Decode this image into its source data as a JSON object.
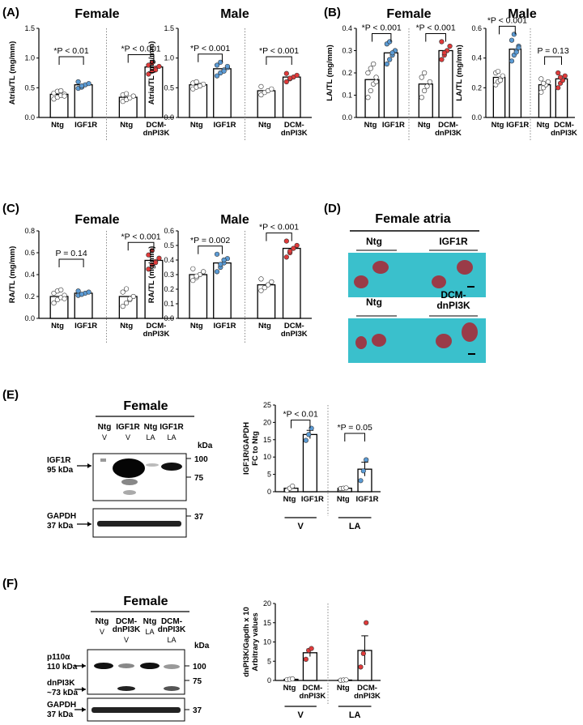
{
  "panel_labels": {
    "A": "(A)",
    "B": "(B)",
    "C": "(C)",
    "D": "(D)",
    "E": "(E)",
    "F": "(F)"
  },
  "titles": {
    "A_female": "Female",
    "A_male": "Male",
    "B_female": "Female",
    "B_male": "Male",
    "C_female": "Female",
    "C_male": "Male",
    "D": "Female atria",
    "E": "Female",
    "F": "Female"
  },
  "photo": {
    "top_labels": [
      "Ntg",
      "IGF1R"
    ],
    "bottom_labels": [
      "Ntg",
      "DCM-\ndnPI3K"
    ],
    "background_color": "#3ac0cc",
    "tissue_color": "#9a3b48"
  },
  "western_E": {
    "lane_groups": [
      "Ntg",
      "IGF1R",
      "Ntg",
      "IGF1R"
    ],
    "lane_tissue": [
      "V",
      "V",
      "LA",
      "LA"
    ],
    "kda_header": "kDa",
    "markers_top": [
      "100",
      "75"
    ],
    "markers_bottom": [
      "37"
    ],
    "band_labels": [
      "IGF1R\n95 kDa",
      "GAPDH\n37 kDa"
    ]
  },
  "western_F": {
    "lane_groups": [
      "Ntg",
      "DCM-\ndnPI3K",
      "Ntg",
      "DCM-\ndnPI3K"
    ],
    "lane_tissue": [
      "V",
      "V",
      "LA",
      "LA"
    ],
    "kda_header": "kDa",
    "markers_top": [
      "100",
      "75"
    ],
    "markers_bottom": [
      "37"
    ],
    "band_labels": [
      "p110α\n110 kDa",
      "dnPI3K\n~73 kDa",
      "GAPDH\n37 kDa"
    ]
  },
  "colors": {
    "ntg": "#ffffff",
    "igf1r": "#5b9bd5",
    "dnpi3k": "#e03a3a"
  },
  "chart_data": [
    {
      "id": "A_female",
      "type": "bar",
      "ylabel": "Atria/TL (mg/mm)",
      "ylim": [
        0,
        1.5
      ],
      "yticks": [
        "0.0",
        "0.5",
        "1.0",
        "1.5"
      ],
      "groups": [
        {
          "categories": [
            "Ntg",
            "IGF1R"
          ],
          "values": [
            0.39,
            0.55
          ],
          "pval": "*P < 0.01"
        },
        {
          "categories": [
            "Ntg",
            "DCM-\ndnPI3K"
          ],
          "values": [
            0.34,
            0.85
          ],
          "pval": "*P < 0.001"
        }
      ],
      "points": [
        [
          0.31,
          0.34,
          0.37,
          0.39,
          0.41,
          0.44,
          0.45,
          0.36
        ],
        [
          0.49,
          0.51,
          0.55,
          0.57,
          0.6,
          0.53
        ],
        [
          0.27,
          0.3,
          0.33,
          0.36,
          0.38,
          0.4
        ],
        [
          0.73,
          0.78,
          0.83,
          0.86,
          0.88,
          0.92,
          0.8
        ]
      ]
    },
    {
      "id": "A_male",
      "type": "bar",
      "ylabel": "Atria/TL (mg/mm)",
      "ylim": [
        0,
        1.5
      ],
      "yticks": [
        "0.0",
        "0.5",
        "1.0",
        "1.5"
      ],
      "groups": [
        {
          "categories": [
            "Ntg",
            "IGF1R"
          ],
          "values": [
            0.55,
            0.82
          ],
          "pval": "*P < 0.001"
        },
        {
          "categories": [
            "Ntg",
            "DCM-\ndnPI3K"
          ],
          "values": [
            0.45,
            0.68
          ],
          "pval": "*P < 0.001"
        }
      ],
      "points": [
        [
          0.48,
          0.51,
          0.54,
          0.56,
          0.58,
          0.6,
          0.53
        ],
        [
          0.7,
          0.75,
          0.8,
          0.84,
          0.88,
          0.93,
          0.78,
          0.86
        ],
        [
          0.38,
          0.42,
          0.45,
          0.48,
          0.52
        ],
        [
          0.6,
          0.65,
          0.68,
          0.71,
          0.74,
          0.66
        ]
      ]
    },
    {
      "id": "B_female",
      "type": "bar",
      "ylabel": "LA/TL (mg/mm)",
      "ylim": [
        0,
        0.4
      ],
      "yticks": [
        "0.0",
        "0.1",
        "0.2",
        "0.3",
        "0.4"
      ],
      "groups": [
        {
          "categories": [
            "Ntg",
            "IGF1R"
          ],
          "values": [
            0.17,
            0.29
          ],
          "pval": "*P < 0.001"
        },
        {
          "categories": [
            "Ntg",
            "DCM-\ndnPI3K"
          ],
          "values": [
            0.15,
            0.3
          ],
          "pval": "*P < 0.001"
        }
      ],
      "points": [
        [
          0.09,
          0.12,
          0.15,
          0.18,
          0.2,
          0.22,
          0.24,
          0.16
        ],
        [
          0.24,
          0.26,
          0.28,
          0.3,
          0.33,
          0.34,
          0.29
        ],
        [
          0.09,
          0.12,
          0.14,
          0.16,
          0.18,
          0.2
        ],
        [
          0.26,
          0.28,
          0.3,
          0.32,
          0.34,
          0.29
        ]
      ]
    },
    {
      "id": "B_male",
      "type": "bar",
      "ylabel": "LA/TL (mg/mm)",
      "ylim": [
        0,
        0.6
      ],
      "yticks": [
        "0.0",
        "0.2",
        "0.4",
        "0.6"
      ],
      "groups": [
        {
          "categories": [
            "Ntg",
            "IGF1R"
          ],
          "values": [
            0.27,
            0.46
          ],
          "pval": "*P < 0.001"
        },
        {
          "categories": [
            "Ntg",
            "DCM-\ndnPI3K"
          ],
          "values": [
            0.22,
            0.26
          ],
          "pval": "P = 0.13"
        }
      ],
      "points": [
        [
          0.22,
          0.24,
          0.26,
          0.28,
          0.3,
          0.31,
          0.25
        ],
        [
          0.38,
          0.42,
          0.45,
          0.48,
          0.52,
          0.56,
          0.44,
          0.47
        ],
        [
          0.17,
          0.2,
          0.22,
          0.24,
          0.26,
          0.23
        ],
        [
          0.2,
          0.23,
          0.25,
          0.28,
          0.3,
          0.27
        ]
      ]
    },
    {
      "id": "C_female",
      "type": "bar",
      "ylabel": "RA/TL (mg/mm)",
      "ylim": [
        0,
        0.8
      ],
      "yticks": [
        "0.0",
        "0.2",
        "0.4",
        "0.6",
        "0.8"
      ],
      "groups": [
        {
          "categories": [
            "Ntg",
            "IGF1R"
          ],
          "values": [
            0.2,
            0.23
          ],
          "pval": "P = 0.14"
        },
        {
          "categories": [
            "Ntg",
            "DCM-\ndnPI3K"
          ],
          "values": [
            0.2,
            0.53
          ],
          "pval": "*P < 0.001"
        }
      ],
      "points": [
        [
          0.14,
          0.17,
          0.19,
          0.21,
          0.23,
          0.25,
          0.26,
          0.18
        ],
        [
          0.21,
          0.22,
          0.23,
          0.24,
          0.25,
          0.22
        ],
        [
          0.11,
          0.14,
          0.17,
          0.2,
          0.24,
          0.27,
          0.18
        ],
        [
          0.45,
          0.49,
          0.52,
          0.55,
          0.58,
          0.62,
          0.51
        ]
      ]
    },
    {
      "id": "C_male",
      "type": "bar",
      "ylabel": "RA/TL (mg/mm)",
      "ylim": [
        0,
        0.6
      ],
      "yticks": [
        "0.0",
        "0.1",
        "0.2",
        "0.3",
        "0.4",
        "0.5",
        "0.6"
      ],
      "groups": [
        {
          "categories": [
            "Ntg",
            "IGF1R"
          ],
          "values": [
            0.3,
            0.38
          ],
          "pval": "*P = 0.002"
        },
        {
          "categories": [
            "Ntg",
            "DCM-\ndnPI3K"
          ],
          "values": [
            0.23,
            0.48
          ],
          "pval": "*P < 0.001"
        }
      ],
      "points": [
        [
          0.26,
          0.28,
          0.3,
          0.32,
          0.34,
          0.29
        ],
        [
          0.32,
          0.35,
          0.38,
          0.41,
          0.44,
          0.37,
          0.4
        ],
        [
          0.19,
          0.21,
          0.23,
          0.25,
          0.27
        ],
        [
          0.42,
          0.45,
          0.48,
          0.5,
          0.53,
          0.46
        ]
      ]
    },
    {
      "id": "E_quant",
      "type": "bar",
      "ylabel": "IGF1R/GAPDH\nFC to Ntg",
      "ylim": [
        0,
        25
      ],
      "yticks": [
        "0",
        "5",
        "10",
        "15",
        "20",
        "25"
      ],
      "groups": [
        {
          "categories": [
            "Ntg",
            "IGF1R"
          ],
          "values": [
            1.0,
            16.5
          ],
          "pval": "*P < 0.01",
          "group_label": "V"
        },
        {
          "categories": [
            "Ntg",
            "IGF1R"
          ],
          "values": [
            1.0,
            6.5
          ],
          "pval": "*P = 0.05",
          "group_label": "LA"
        }
      ],
      "errors": [
        0.3,
        1.2,
        0.2,
        2.0
      ],
      "points": [
        [
          0.4,
          1.0,
          1.6
        ],
        [
          14.8,
          16.5,
          18.3
        ],
        [
          0.9,
          1.0,
          1.1
        ],
        [
          3.2,
          6.0,
          9.2
        ]
      ]
    },
    {
      "id": "F_quant",
      "type": "bar",
      "ylabel": "dnPI3K/Gapdh x 10\nArbitrary values",
      "ylim": [
        0,
        20
      ],
      "yticks": [
        "0",
        "5",
        "10",
        "15",
        "20"
      ],
      "groups": [
        {
          "categories": [
            "Ntg",
            "DCM-\ndnPI3K"
          ],
          "values": [
            0.3,
            7.2
          ],
          "pval": "",
          "group_label": "V"
        },
        {
          "categories": [
            "Ntg",
            "DCM-\ndnPI3K"
          ],
          "values": [
            0.1,
            7.8
          ],
          "pval": "",
          "group_label": "LA"
        }
      ],
      "errors": [
        0.1,
        1.0,
        0.05,
        3.8
      ],
      "points": [
        [
          0.2,
          0.3,
          0.4
        ],
        [
          5.5,
          7.8,
          8.3
        ],
        [
          0.05,
          0.1,
          0.15
        ],
        [
          3.5,
          7.0,
          15.0
        ]
      ]
    }
  ]
}
